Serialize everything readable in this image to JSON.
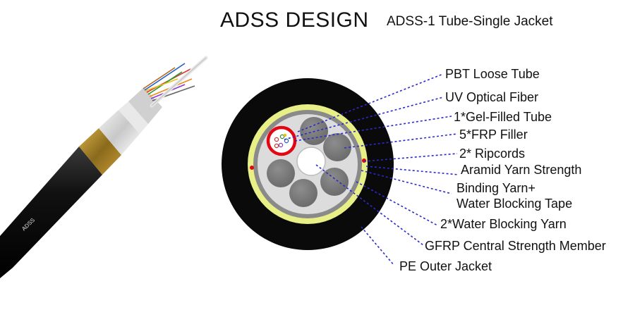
{
  "header": {
    "title": "ADSS DESIGN",
    "subtitle": "ADSS-1 Tube-Single Jacket"
  },
  "cable_photo": {
    "jacket_text": "ADSS"
  },
  "labels": [
    {
      "id": "pbt-loose-tube",
      "text": "PBT Loose Tube"
    },
    {
      "id": "uv-optical-fiber",
      "text": "UV Optical Fiber"
    },
    {
      "id": "gel-filled-tube",
      "text": "1*Gel-Filled Tube"
    },
    {
      "id": "frp-filler",
      "text": "5*FRP Filler"
    },
    {
      "id": "ripcords",
      "text": "2* Ripcords"
    },
    {
      "id": "aramid-yarn",
      "text": "Aramid Yarn Strength"
    },
    {
      "id": "binding-yarn-line1",
      "text": "Binding Yarn+"
    },
    {
      "id": "binding-yarn-line2",
      "text": "Water Blocking Tape"
    },
    {
      "id": "water-blocking-yarn",
      "text": "2*Water Blocking Yarn"
    },
    {
      "id": "gfrp-member",
      "text": "GFRP Central Strength Member"
    },
    {
      "id": "pe-outer-jacket",
      "text": "PE Outer Jacket"
    }
  ],
  "colors": {
    "jacket": "#0a0a0a",
    "aramid": "#e7ef86",
    "tape": "#8a8a8a",
    "core_fill": "#dcdcdc",
    "filler": "#7b7b7b",
    "tube_ring": "#e30613",
    "leader_line": "#2a2acf"
  }
}
